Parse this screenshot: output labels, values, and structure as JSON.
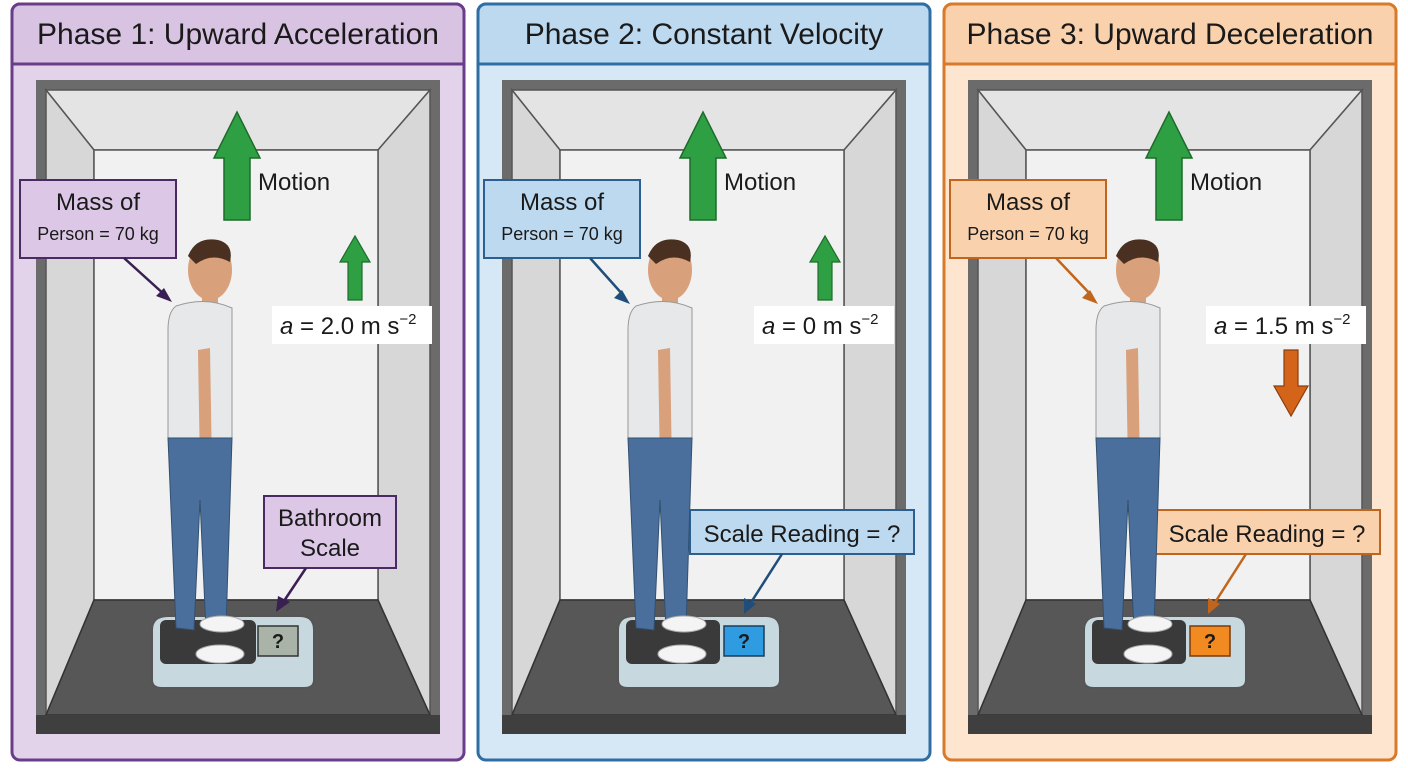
{
  "colors": {
    "panel1_border": "#6a3d8a",
    "panel1_fill": "#e3d3ea",
    "panel1_title": "#d9c3e3",
    "panel2_border": "#2f6ea5",
    "panel2_fill": "#d6e8f5",
    "panel2_title": "#bcd9ef",
    "panel3_border": "#d97a2b",
    "panel3_fill": "#fde5cf",
    "panel3_title": "#f9d2ad",
    "motion_arrow": "#2ea043",
    "decel_arrow": "#d4641a",
    "scale_display_1": "#a9b3a8",
    "scale_display_2": "#2f9be0",
    "scale_display_3": "#f28a22"
  },
  "panels": [
    {
      "title": "Phase 1: Upward Acceleration",
      "mass_line1": "Mass of",
      "mass_line2": "Person = 70 kg",
      "motion": "Motion",
      "accel_symbol": "a",
      "accel_value": " = 2.0 m s",
      "accel_exp": "−2",
      "scale_line1": "Bathroom",
      "scale_line2": "Scale",
      "display": "?"
    },
    {
      "title": "Phase 2: Constant Velocity",
      "mass_line1": "Mass of",
      "mass_line2": "Person = 70 kg",
      "motion": "Motion",
      "accel_symbol": "a",
      "accel_value": " = 0 m s",
      "accel_exp": "−2",
      "scale_reading": "Scale Reading = ?",
      "display": "?"
    },
    {
      "title": "Phase 3: Upward Deceleration",
      "mass_line1": "Mass of",
      "mass_line2": "Person = 70 kg",
      "motion": "Motion",
      "accel_symbol": "a",
      "accel_value": " = 1.5 m s",
      "accel_exp": "−2",
      "scale_reading": "Scale Reading = ?",
      "display": "?"
    }
  ]
}
